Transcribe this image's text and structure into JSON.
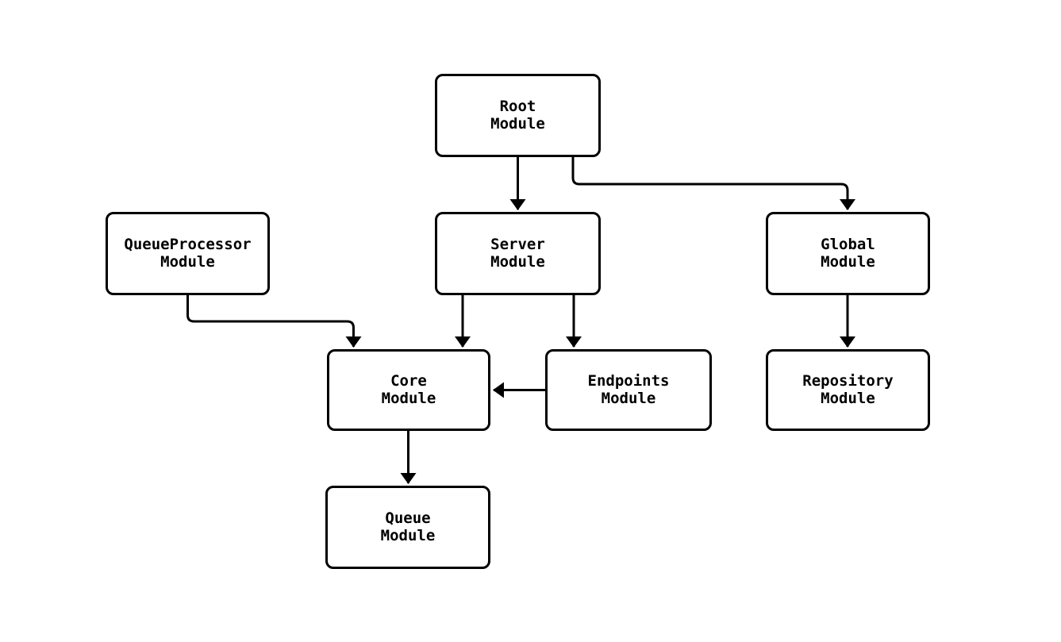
{
  "diagram": {
    "type": "flowchart",
    "background": "#ffffff",
    "node_style": {
      "fill": "#ffffff",
      "stroke": "#000000",
      "text_color": "#000000"
    },
    "nodes": {
      "root": {
        "label": "Root\nModule"
      },
      "queue_processor": {
        "label": "QueueProcessor\nModule"
      },
      "server": {
        "label": "Server\nModule"
      },
      "global": {
        "label": "Global\nModule"
      },
      "core": {
        "label": "Core\nModule"
      },
      "endpoints": {
        "label": "Endpoints\nModule"
      },
      "repository": {
        "label": "Repository\nModule"
      },
      "queue": {
        "label": "Queue\nModule"
      }
    },
    "edges": [
      {
        "from": "Root Module",
        "to": "Server Module"
      },
      {
        "from": "Root Module",
        "to": "Global Module"
      },
      {
        "from": "QueueProcessor Module",
        "to": "Core Module"
      },
      {
        "from": "Server Module",
        "to": "Core Module"
      },
      {
        "from": "Server Module",
        "to": "Endpoints Module"
      },
      {
        "from": "Endpoints Module",
        "to": "Core Module"
      },
      {
        "from": "Global Module",
        "to": "Repository Module"
      },
      {
        "from": "Core Module",
        "to": "Queue Module"
      }
    ]
  }
}
